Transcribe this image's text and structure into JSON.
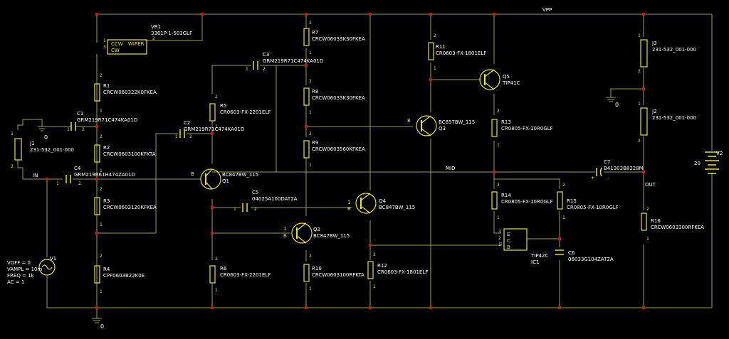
{
  "colors": {
    "background": "#000000",
    "wire": "#9aa23a",
    "label": "#ffffff",
    "pin": "#e8e800",
    "node": "#c0181e",
    "body": "#e8e800"
  },
  "nets": {
    "vpp": "VPP",
    "mid": "MID",
    "in": "IN",
    "out": "OUT"
  },
  "grounds": {
    "g1": "0",
    "g2": "0",
    "g3": "0"
  },
  "components": {
    "vr1": {
      "ref": "VR1",
      "value": "3361P-1-503GLF",
      "ccw": "CCW",
      "wiper": "WIPER",
      "cw": "CW",
      "p1": "1",
      "p2": "2",
      "p3": "3"
    },
    "r1": {
      "ref": "R1",
      "value": "CRCW060322K0FKEA"
    },
    "r2": {
      "ref": "R2",
      "value": "CRCW0603100KFKTA"
    },
    "r3": {
      "ref": "R3",
      "value": "CRCW0603120KFKEA"
    },
    "r4": {
      "ref": "R4",
      "value": "CPF0603B22K0E"
    },
    "r5": {
      "ref": "R5",
      "value": "CR0603-FX-2201ELF"
    },
    "r6": {
      "ref": "R6",
      "value": "CR0603-FX-2201ELF"
    },
    "r7": {
      "ref": "R7",
      "value": "CRCW06033K30FKEA"
    },
    "r8": {
      "ref": "R8",
      "value": "CRCW06033K30FKEA"
    },
    "r9": {
      "ref": "R9",
      "value": "CRCW0603560KFKEA"
    },
    "r10": {
      "ref": "R10",
      "value": "CRCW0603100RFKTA"
    },
    "r11": {
      "ref": "R11",
      "value": "CR0603-FX-1801ELF"
    },
    "r12": {
      "ref": "R12",
      "value": "CR0603-FX-1801ELF"
    },
    "r13": {
      "ref": "R13",
      "value": "CR0805-FX-10R0GLF"
    },
    "r14": {
      "ref": "R14",
      "value": "CR0805-FX-10R0GLF"
    },
    "r15": {
      "ref": "R15",
      "value": "CR0805-FX-10R0GLF"
    },
    "r16": {
      "ref": "R16",
      "value": "CRCW0603300RFKEA"
    },
    "c1": {
      "ref": "C1",
      "value": "GRM219R71C474KA01D"
    },
    "c2": {
      "ref": "C2",
      "value": "GRM219R71C474KA01D"
    },
    "c3": {
      "ref": "C3",
      "value": "GRM219R71C474KA01D"
    },
    "c4": {
      "ref": "C4",
      "value": "GRM219R61H474ZA01D"
    },
    "c5": {
      "ref": "C5",
      "value": "04025A100DAT2A"
    },
    "c6": {
      "ref": "C6",
      "value": "06033G104ZAT2A"
    },
    "c7": {
      "ref": "C7",
      "value": "B41303B8228M"
    },
    "q1": {
      "ref": "Q1",
      "value": "BC847BW_115"
    },
    "q2": {
      "ref": "Q2",
      "value": "BC847BW_115"
    },
    "q3": {
      "ref": "Q3",
      "value": "BC857BW_115"
    },
    "q4": {
      "ref": "Q4",
      "value": "BC847BW_115"
    },
    "q5": {
      "ref": "Q5",
      "value": "TIP41C"
    },
    "ic1": {
      "ref": "IC1",
      "value": "TIP42C",
      "e": "E",
      "c": "C",
      "b": "B",
      "p1": "1",
      "p2": "2",
      "p3": "3"
    },
    "j1": {
      "ref": "J1",
      "value": "231-532_001-000"
    },
    "j2": {
      "ref": "J2",
      "value": "231-532_001-000"
    },
    "j3": {
      "ref": "J3",
      "value": "231-532_001-000"
    },
    "v1": {
      "ref": "V1",
      "params": [
        "VOFF = 0",
        "VAMPL = 10m",
        "FREQ = 1k",
        "AC = 1"
      ]
    },
    "v2": {
      "ref": "V2",
      "value": "20"
    }
  },
  "pin_labels": {
    "one": "1",
    "two": "2",
    "base": "B",
    "plus": "+",
    "minus": "-"
  }
}
